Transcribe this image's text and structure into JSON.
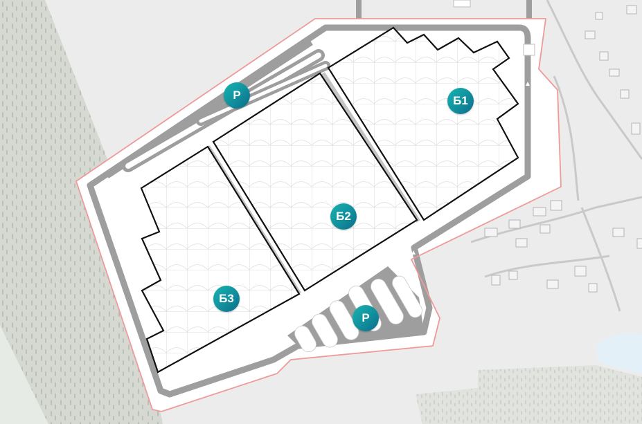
{
  "map": {
    "colors": {
      "background": "#ececec",
      "forest": "#d5d9d2",
      "site": "#ffffff",
      "road": "#9e9e9e",
      "boundary": "#ef9a9a",
      "building_outline": "#111111",
      "marker": "#118f9d",
      "water": "#e3f0f7"
    },
    "markers": [
      {
        "id": "b1",
        "label": "Б1",
        "kind": "building"
      },
      {
        "id": "b2",
        "label": "Б2",
        "kind": "building"
      },
      {
        "id": "b3",
        "label": "Б3",
        "kind": "building"
      },
      {
        "id": "p1",
        "label": "P",
        "kind": "parking"
      },
      {
        "id": "p2",
        "label": "P",
        "kind": "parking"
      }
    ]
  }
}
